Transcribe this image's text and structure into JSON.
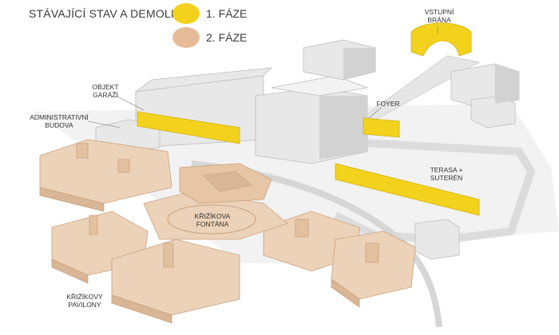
{
  "legend": {
    "title": "STÁVAJÍCÍ STAV A DEMOLICE",
    "phase1": {
      "label": "1. FÁZE",
      "color": "#f2d21c"
    },
    "phase2": {
      "label": "2. FÁZE",
      "color": "#e6bc98"
    }
  },
  "labels": {
    "vstupni_brana": [
      "VSTUPNÍ",
      "BRÁNA"
    ],
    "objekt_garazi": [
      "OBJEKT",
      "GARÁŽÍ"
    ],
    "administrativni_budova": [
      "ADMINISTRATIVNÍ",
      "BUDOVA"
    ],
    "foyer": [
      "FOYER"
    ],
    "terasa_suteren": [
      "TERASA +",
      "SUTERÉN"
    ],
    "krizikova_fontana": [
      "KŘIŽÍKOVA",
      "FONTÁNA"
    ],
    "krizikovy_pavilony": [
      "KŘIŽÍKOVY",
      "PAVILONY"
    ]
  },
  "colors": {
    "existing": "#e9e9e9",
    "existing_shadow": "#c8c8c8",
    "ground": "#ececec",
    "phase2_light": "#ecd2b8",
    "phase2_dark": "#d8b696"
  }
}
